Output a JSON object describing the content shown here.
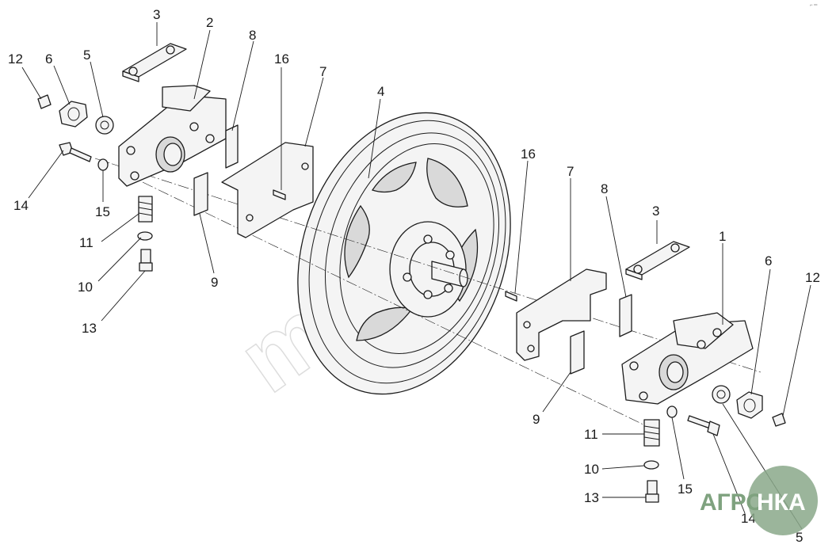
{
  "watermark": "mtz.by",
  "logo": {
    "left": "АГРО",
    "right": "НКА",
    "color": "#7fa27f",
    "circle_color": "#8aa88a"
  },
  "corner_mark": "⌐ ═",
  "callouts": {
    "l12": "12",
    "l6": "6",
    "l5": "5",
    "l3": "3",
    "l2": "2",
    "l8": "8",
    "l16": "16",
    "l7": "7",
    "l14": "14",
    "l15": "15",
    "l11": "11",
    "l10": "10",
    "l13": "13",
    "l9": "9",
    "c4": "4",
    "r16": "16",
    "r7": "7",
    "r8": "8",
    "r3": "3",
    "r1": "1",
    "r6": "6",
    "r12": "12",
    "r9": "9",
    "r11": "11",
    "r10": "10",
    "r13": "13",
    "r15": "15",
    "r14": "14",
    "r5": "5"
  }
}
